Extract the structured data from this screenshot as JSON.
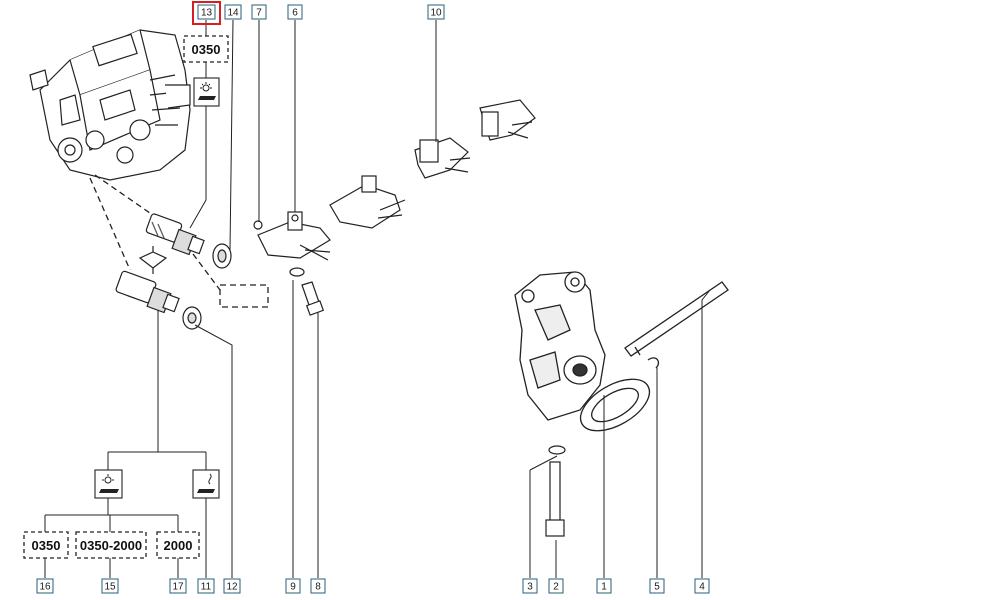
{
  "part_numbers": {
    "p1": "1",
    "p2": "2",
    "p3": "3",
    "p4": "4",
    "p5": "5",
    "p6": "6",
    "p7": "7",
    "p8": "8",
    "p9": "9",
    "p10": "10",
    "p11": "11",
    "p12": "12",
    "p13": "13",
    "p14": "14",
    "p15": "15",
    "p16": "16",
    "p17": "17"
  },
  "variant_codes": {
    "top": "0350",
    "left": "0350",
    "middle": "0350-2000",
    "right": "2000"
  },
  "icons": {
    "oil_pressure_symbol": "oil-pressure-warning-icon",
    "oil_temperature_symbol": "oil-temperature-icon"
  },
  "colors": {
    "highlight": "#d42020",
    "label_box": "#2a5f7a",
    "line": "#222222"
  },
  "selected_part": "13"
}
